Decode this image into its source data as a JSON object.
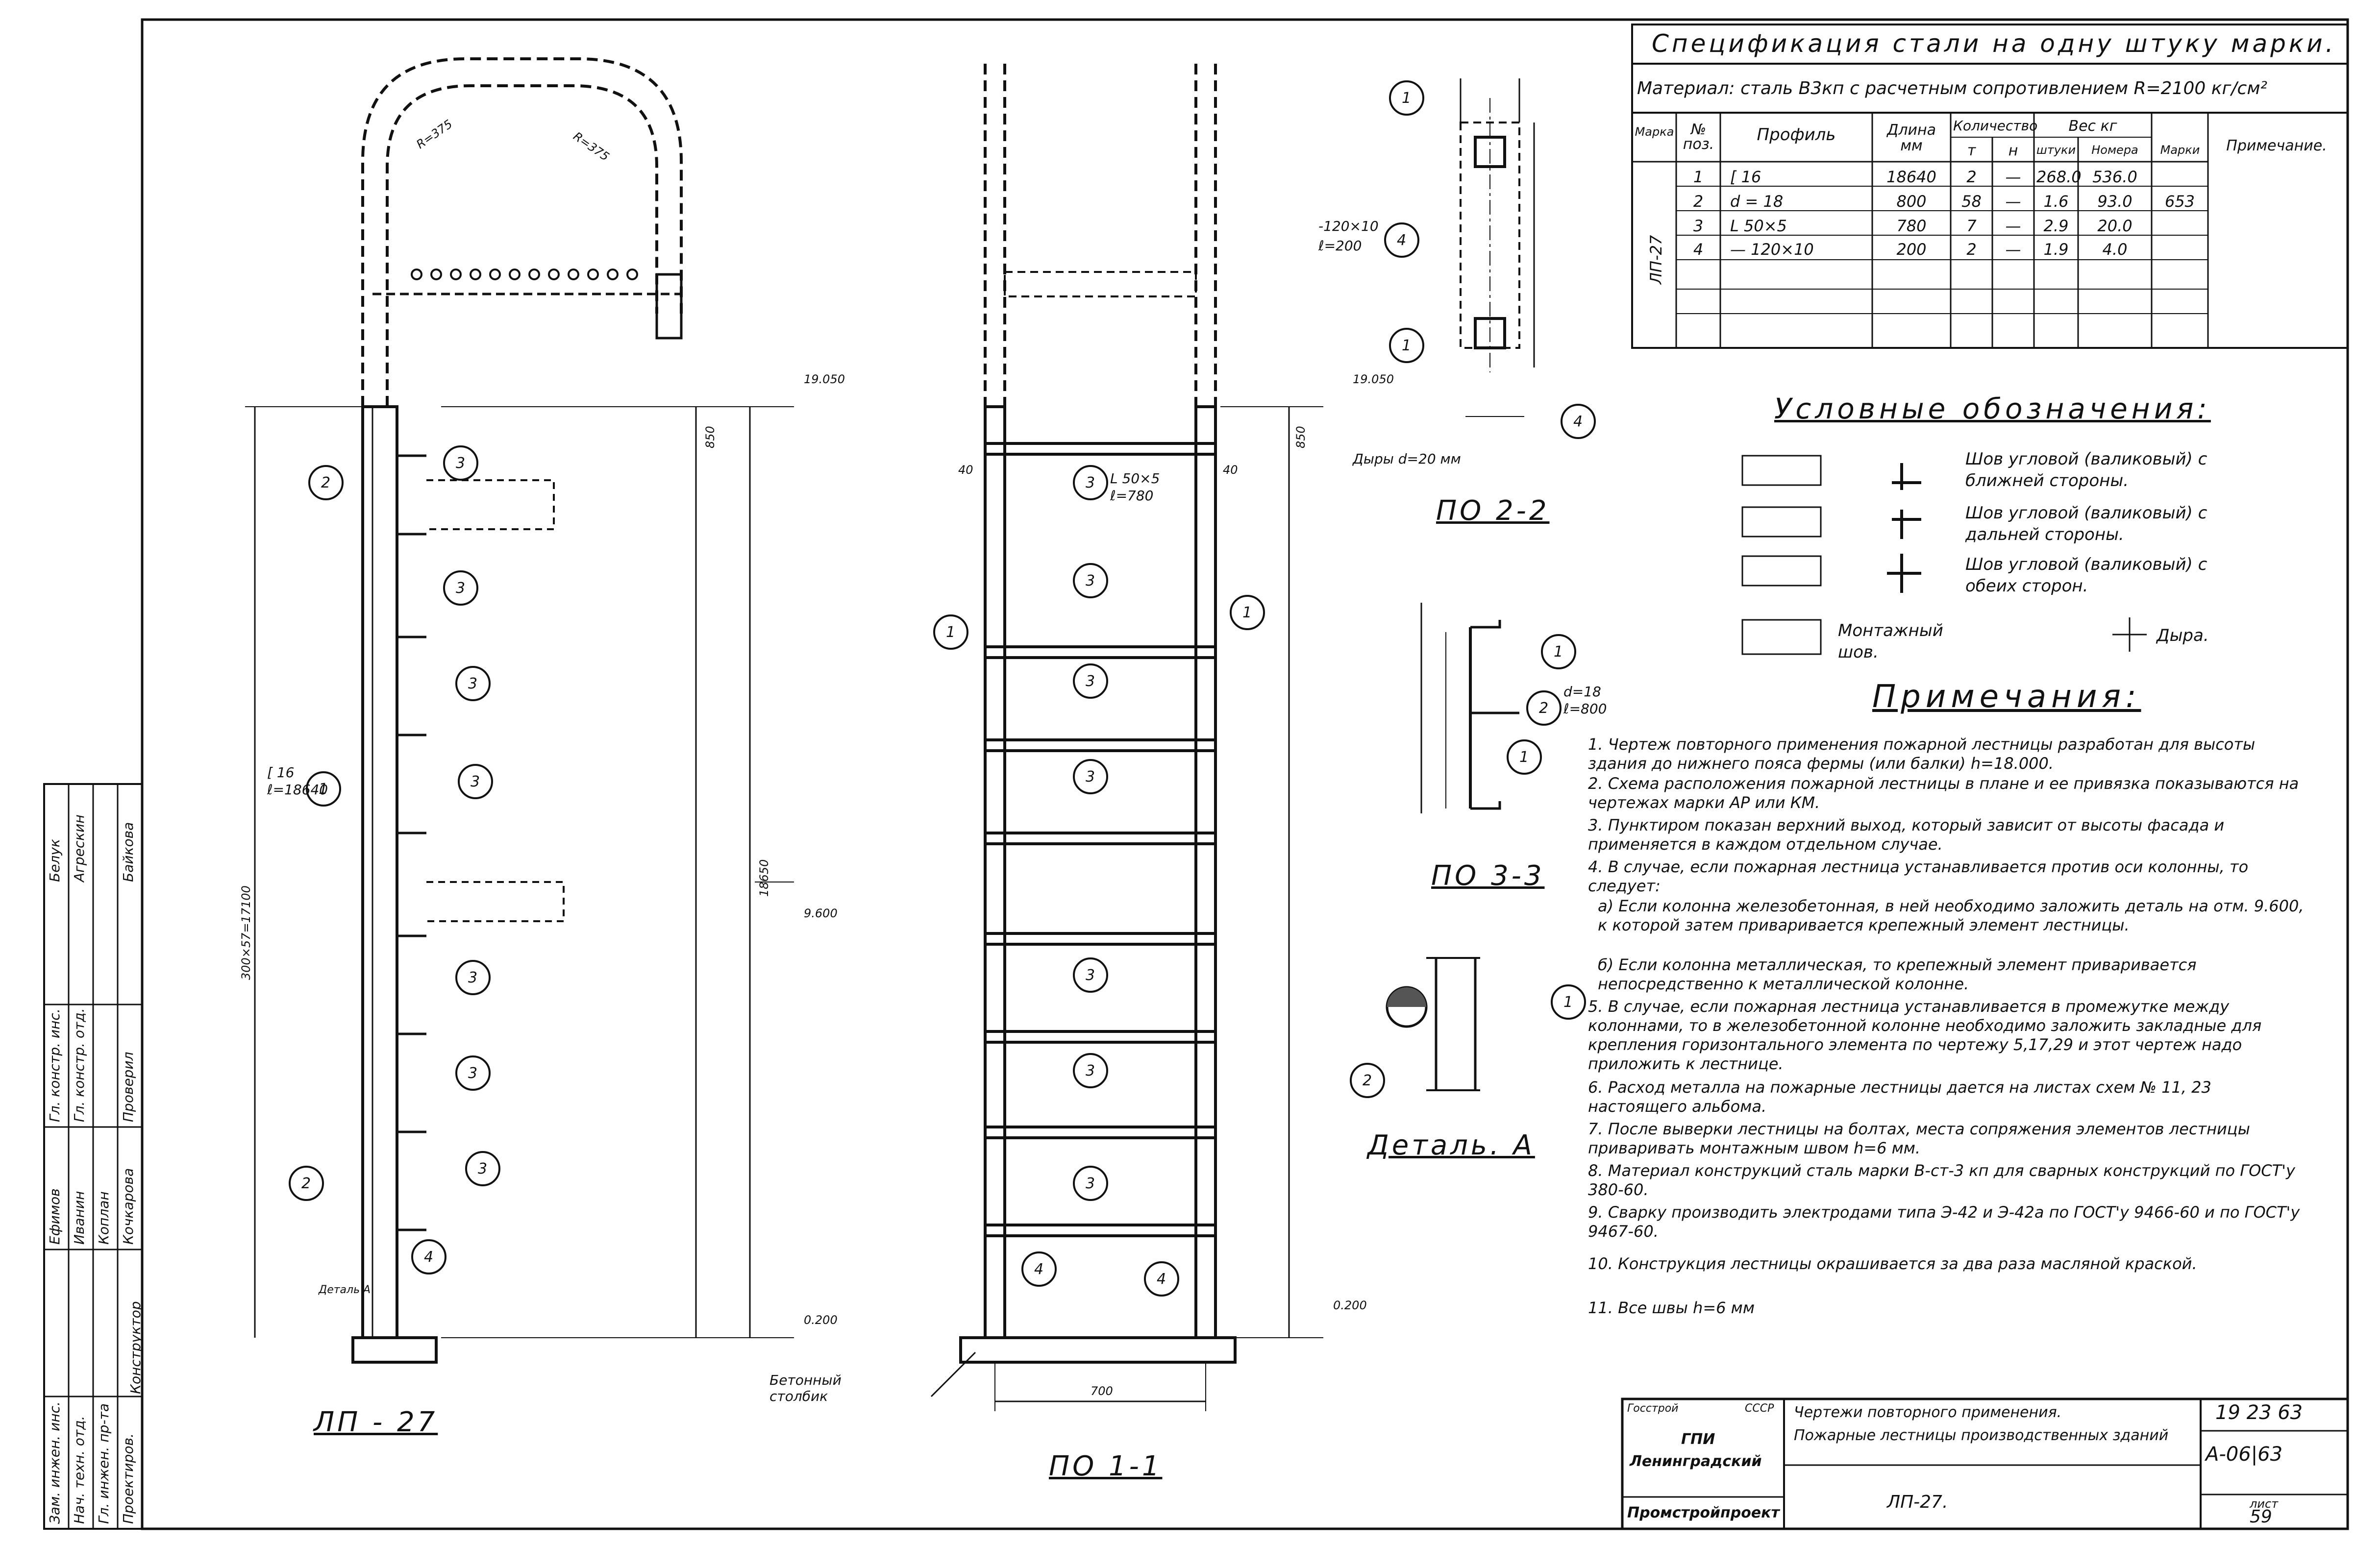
{
  "spec": {
    "title": "Спецификация стали на одну штуку марки.",
    "material": "Материал: сталь В3кп с расчетным сопротивлением R=2100 кг/см²",
    "headers": {
      "marka": "Марка",
      "no": "№ поз.",
      "profile": "Профиль",
      "length": "Длина мм",
      "qty": "Количество",
      "qty_t": "т",
      "qty_n": "н",
      "weight": "Вес кг",
      "w_piece": "штуки",
      "w_pos": "Номера",
      "w_mark": "Марки",
      "notes": "Примечание."
    },
    "marka_value": "ЛП-27",
    "total_mark_weight": "653",
    "rows": [
      {
        "no": "1",
        "profile": "[ 16",
        "length": "18640",
        "t": "2",
        "n": "—",
        "w_piece": "268.0",
        "w_pos": "536.0"
      },
      {
        "no": "2",
        "profile": "d = 18",
        "length": "800",
        "t": "58",
        "n": "—",
        "w_piece": "1.6",
        "w_pos": "93.0"
      },
      {
        "no": "3",
        "profile": "L 50×5",
        "length": "780",
        "t": "7",
        "n": "—",
        "w_piece": "2.9",
        "w_pos": "20.0"
      },
      {
        "no": "4",
        "profile": "— 120×10",
        "length": "200",
        "t": "2",
        "n": "—",
        "w_piece": "1.9",
        "w_pos": "4.0"
      }
    ]
  },
  "legend": {
    "title": "Условные обозначения:",
    "items": [
      "Шов угловой (валиковый) с ближней стороны.",
      "Шов угловой (валиковый) с дальней стороны.",
      "Шов угловой (валиковый) с обеих сторон."
    ],
    "montage": "Монтажный шов.",
    "hole": "Дыра."
  },
  "notes": {
    "title": "Примечания:",
    "items": [
      "1. Чертеж повторного применения пожарной лестницы разработан для высоты здания до нижнего пояса фермы (или балки) h=18.000.",
      "2. Схема расположения пожарной лестницы в плане и ее привязка показываются на чертежах марки АР или КМ.",
      "3. Пунктиром показан верхний выход, который зависит от высоты фасада и применяется в каждом отдельном случае.",
      "4. В случае, если пожарная лестница устанавливается против оси колонны, то следует:",
      "  а) Если колонна железобетонная, в ней необходимо заложить деталь на отм. 9.600, к которой затем приваривается крепежный элемент лестницы.",
      "  б) Если колонна металлическая, то крепежный элемент приваривается непосредственно к металлической колонне.",
      "5. В случае, если пожарная лестница устанавливается в промежутке между колоннами, то в железобетонной колонне необходимо заложить закладные для крепления горизонтального элемента по чертежу 5,17,29 и этот чертеж надо приложить к лестнице.",
      "6. Расход металла на пожарные лестницы дается на листах схем № 11, 23 настоящего альбома.",
      "7. После выверки лестницы на болтах, места сопряжения элементов лестницы приваривать монтажным швом h=6 мм.",
      "8. Материал конструкций сталь марки В-ст-3 кп для сварных конструкций по ГОСТ'у 380-60.",
      "9. Сварку производить электродами типа Э-42 и Э-42а по ГОСТ'у 9466-60 и по ГОСТ'у 9467-60.",
      "10. Конструкция лестницы окрашивается за два раза масляной краской.",
      "11. Все швы h=6 мм"
    ]
  },
  "views": {
    "lp27": "ЛП - 27",
    "po11": "ПО 1-1",
    "po22": "ПО 2-2",
    "po33": "ПО 3-3",
    "detail": "Деталь. А"
  },
  "labels": {
    "channel": "[ 16",
    "channel_len": "ℓ=18640",
    "angle": "L 50×5",
    "angle_len": "ℓ=780",
    "plate": "-120×10",
    "plate_len": "ℓ=200",
    "rod": "d=18",
    "rod_len": "ℓ=800",
    "holes": "Дыры d=20 мм",
    "concrete": "Бетонный столбик",
    "detail_ref": "Деталь А",
    "elev_top": "19.050",
    "elev_mid": "9.600",
    "elev_bottom": "0.200",
    "rung_spacing": "300×57=17100",
    "total_height": "18650",
    "radius1": "R=375",
    "radius2": "R=375",
    "width_700": "700",
    "h_850": "850",
    "gap_40": "40"
  },
  "titleblock": {
    "org1": "Госстрой",
    "org2": "СССР",
    "org3": "ГПИ",
    "org4": "Ленинградский",
    "org5": "Промстройпроект",
    "line1": "Чертежи повторного применения.",
    "line2": "Пожарные лестницы производственных зданий",
    "drawing": "ЛП-27.",
    "code1": "19 23 63",
    "code2": "А-06|63",
    "sheet_label": "лист",
    "sheet_no": "59"
  },
  "stamp": {
    "roles": [
      "Зам. инжен. инс.",
      "Нач. техн. отд.",
      "Гл. инжен. пр-та",
      "Проектиров.",
      "Конструктор"
    ],
    "names": [
      "Ефимов",
      "Иванин",
      "Коплан",
      "Кочкарова",
      ""
    ],
    "roles2": [
      "Гл. констр. инс.",
      "Гл. констр. отд.",
      "",
      "Проверил",
      ""
    ],
    "names2": [
      "Белук",
      "Агрескин",
      "",
      "Байкова",
      ""
    ]
  }
}
